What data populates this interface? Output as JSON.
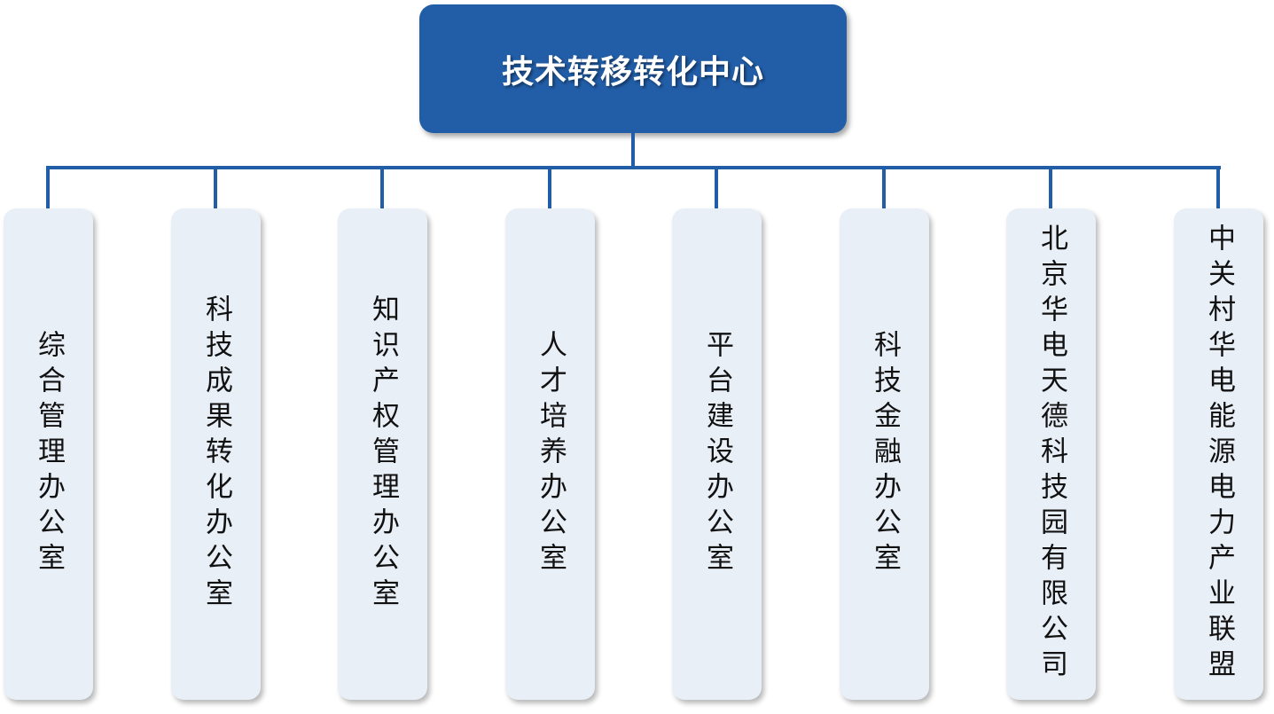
{
  "colors": {
    "root_fill": "#225ea8",
    "root_text": "#ffffff",
    "connector": "#225ea8",
    "child_fill": "#e9eff7",
    "child_text": "#111111"
  },
  "root": {
    "label": "技术转移转化中心"
  },
  "children": [
    {
      "label": "综合管理办公室"
    },
    {
      "label": "科技成果转化办公室"
    },
    {
      "label": "知识产权管理办公室"
    },
    {
      "label": "人才培养办公室"
    },
    {
      "label": "平台建设办公室"
    },
    {
      "label": "科技金融办公室"
    },
    {
      "label": "北京华电天德科技园有限公司"
    },
    {
      "label": "中关村华电能源电力产业联盟"
    }
  ]
}
